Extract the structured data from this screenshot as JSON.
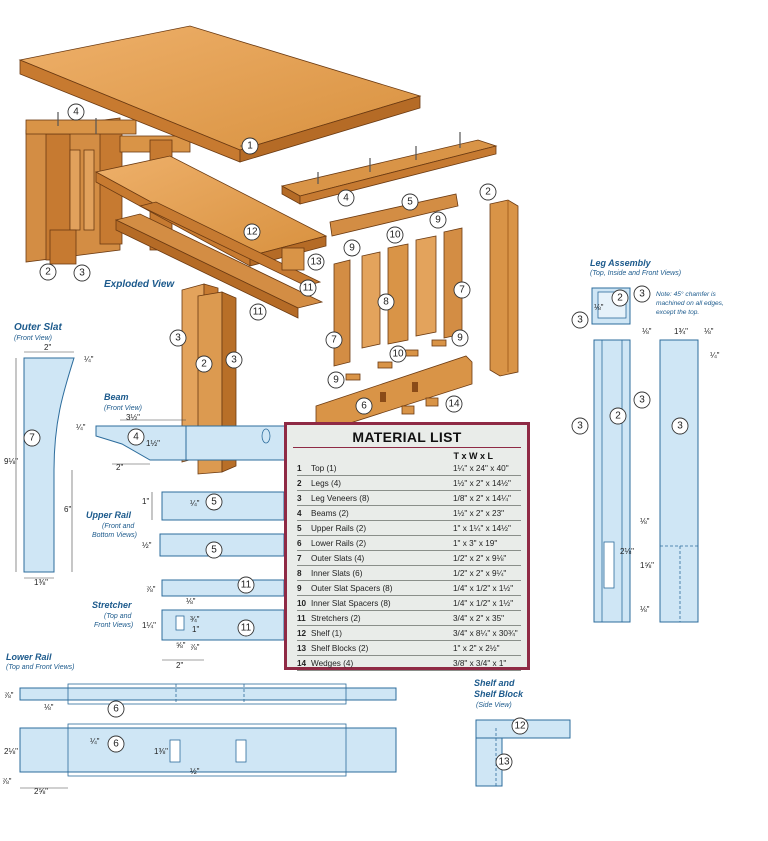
{
  "exploded_view": {
    "title": "Exploded View",
    "callouts": [
      "1",
      "2",
      "3",
      "4",
      "5",
      "6",
      "7",
      "8",
      "9",
      "10",
      "11",
      "12",
      "13",
      "14"
    ]
  },
  "outer_slat": {
    "title": "Outer Slat",
    "subtitle": "(Front View)",
    "dims": [
      "2\"",
      "¼\"",
      "9⅛\"",
      "6\"",
      "1⅜\""
    ],
    "callout": "7"
  },
  "beam": {
    "title": "Beam",
    "subtitle": "(Front View)",
    "dims": [
      "3½\"",
      "¼\"",
      "1½\"",
      "2\""
    ],
    "callout": "4"
  },
  "upper_rail": {
    "title": "Upper Rail",
    "subtitle": "(Front and Bottom Views)",
    "dims": [
      "1\"",
      "¼\"",
      "½\""
    ],
    "callout": "5"
  },
  "stretcher": {
    "title": "Stretcher",
    "subtitle": "(Top and Front Views)",
    "dims": [
      "⅞\"",
      "⅛\"",
      "¾\"",
      "1\"",
      "1¼\"",
      "⅝\"",
      "⅞\"",
      "2\""
    ],
    "callout": "11"
  },
  "lower_rail": {
    "title": "Lower Rail",
    "subtitle": "(Top and Front Views)",
    "dims": [
      "⅞\"",
      "⅛\"",
      "¼\"",
      "1⅜\"",
      "2⅛\"",
      "⅞\"",
      "2⅝\"",
      "½\""
    ],
    "callout": "6"
  },
  "leg_assembly": {
    "title": "Leg Assembly",
    "subtitle": "(Top, Inside and Front Views)",
    "note": "Note: 45° chamfer is machined on all edges, except the top.",
    "dims": [
      "⅛\"",
      "1¾\"",
      "⅛\"",
      "¼\"",
      "⅛\"",
      "2⅛\"",
      "1⅝\"",
      "⅛\""
    ],
    "callouts": [
      "2",
      "3",
      "3",
      "3",
      "2",
      "3",
      "3"
    ]
  },
  "shelf_block": {
    "title": "Shelf and",
    "title2": "Shelf Block",
    "subtitle": "(Side View)",
    "callouts": [
      "12",
      "13"
    ]
  },
  "material_list": {
    "title": "MATERIAL LIST",
    "header": "T x W x L",
    "items": [
      {
        "n": "1",
        "part": "Top (1)",
        "dims": "1¼\" x 24\" x 40\""
      },
      {
        "n": "2",
        "part": "Legs (4)",
        "dims": "1½\" x 2\" x 14½\""
      },
      {
        "n": "3",
        "part": "Leg Veneers (8)",
        "dims": "1/8\" x 2\" x 14¼\""
      },
      {
        "n": "4",
        "part": "Beams (2)",
        "dims": "1½\" x 2\" x 23\""
      },
      {
        "n": "5",
        "part": "Upper Rails (2)",
        "dims": "1\" x 1¼\" x 14½\""
      },
      {
        "n": "6",
        "part": "Lower Rails (2)",
        "dims": "1\" x 3\" x 19\""
      },
      {
        "n": "7",
        "part": "Outer Slats (4)",
        "dims": "1/2\" x 2\" x 9⅛\""
      },
      {
        "n": "8",
        "part": "Inner Slats (6)",
        "dims": "1/2\" x 2\" x 9¼\""
      },
      {
        "n": "9",
        "part": "Outer Slat Spacers (8)",
        "dims": "1/4\" x 1/2\" x 1½\""
      },
      {
        "n": "10",
        "part": "Inner Slat Spacers (8)",
        "dims": "1/4\" x 1/2\" x 1½\""
      },
      {
        "n": "11",
        "part": "Stretchers (2)",
        "dims": "3/4\" x 2\" x 35\""
      },
      {
        "n": "12",
        "part": "Shelf (1)",
        "dims": "3/4\" x 8¼\" x 30¾\""
      },
      {
        "n": "13",
        "part": "Shelf Blocks (2)",
        "dims": "1\" x 2\" x 2½\""
      },
      {
        "n": "14",
        "part": "Wedges (4)",
        "dims": "3/8\" x 3/4\" x 1\""
      }
    ]
  },
  "colors": {
    "wood_light": "#e8a55c",
    "wood_mid": "#d08a3e",
    "wood_dark": "#b06a26",
    "blueprint_fill": "#cfe6f5",
    "blueprint_stroke": "#2c6c9c",
    "title_blue": "#1c5a8c",
    "list_border": "#8f2a45",
    "list_bg": "#e9ece9"
  }
}
